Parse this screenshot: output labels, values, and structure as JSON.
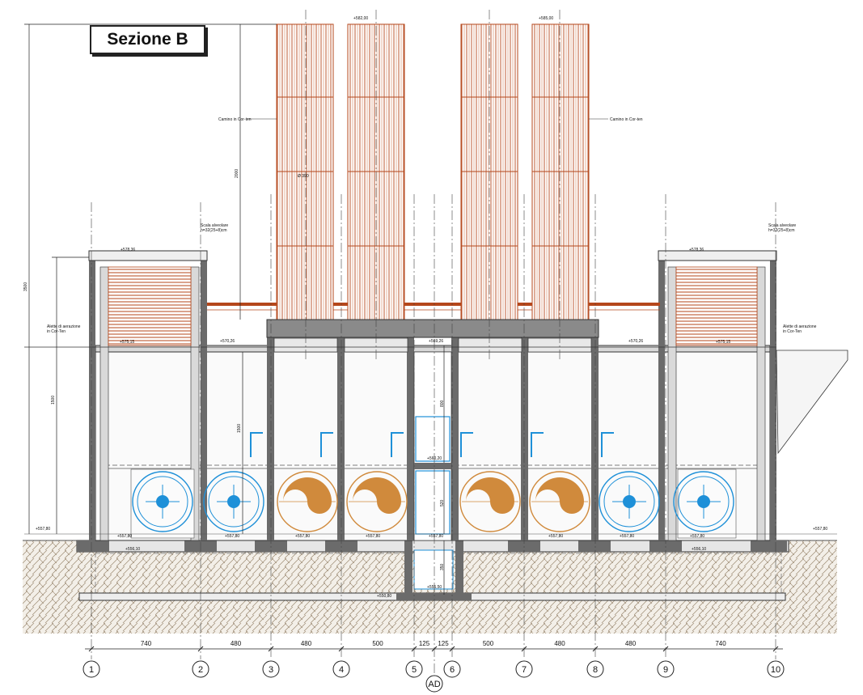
{
  "title": "Sezione B",
  "colors": {
    "corten": "#b5471b",
    "concrete": "#6b6b6b",
    "cyan_fan": "#1e90d8",
    "wood_fan": "#d08a3c",
    "hatch": "#9a8870"
  },
  "axes": [
    {
      "label": "1",
      "dim_next": "740"
    },
    {
      "label": "2",
      "dim_next": "480"
    },
    {
      "label": "3",
      "dim_next": "480"
    },
    {
      "label": "4",
      "dim_next": "500"
    },
    {
      "label": "5",
      "dim_next": "125"
    },
    {
      "label": "6",
      "dim_next": "500"
    },
    {
      "label": "7",
      "dim_next": "480"
    },
    {
      "label": "8",
      "dim_next": "480"
    },
    {
      "label": "9",
      "dim_next": "740"
    },
    {
      "label": "10",
      "dim_next": ""
    }
  ],
  "axis_center": {
    "label": "AD",
    "dim_right": "125"
  },
  "level_marks": {
    "chimney_top_left": "+582,00",
    "chimney_top_right": "+585,00",
    "tower_top_left": "+578,36",
    "tower_top_right": "+578,36",
    "louver_left": "+575,15",
    "louver_right": "+575,15",
    "roof_left": "+570,26",
    "roof_right": "+570,26",
    "roof_center": "+569,26",
    "mid_center": "+560,20",
    "ground_left": "+557,80",
    "ground_right": "+557,80",
    "floor_a": "+557,80",
    "floor_b": "+557,80",
    "floor_c": "+557,80",
    "floor_d": "+557,80",
    "floor_e": "+557,80",
    "floor_f": "+557,80",
    "floor_g": "+557,80",
    "floor_h": "+557,80",
    "found_left": "+556,10",
    "found_right": "+556,10",
    "pit": "+555,50",
    "base": "+550,80"
  },
  "dims_vertical": {
    "total": "3500",
    "tower": "1500",
    "chimney": "2000",
    "middle": "1500",
    "c1": "800",
    "c2": "520",
    "c3": "350"
  },
  "notes": {
    "chimney_left": "Camino in Cor-ten",
    "chimney_right": "Camino in Cor-ten",
    "diameter": "Ø 390",
    "stair_left_1": "Scala alveolare",
    "stair_left_2": "h=32(25+8)cm",
    "stair_right_1": "Scala alveolare",
    "stair_right_2": "h=32(25+8)cm",
    "aer_left_1": "Alette di aerazione",
    "aer_left_2": "in Cor-Ten",
    "aer_right_1": "Alette di aerazione",
    "aer_right_2": "in Cor-Ten"
  }
}
